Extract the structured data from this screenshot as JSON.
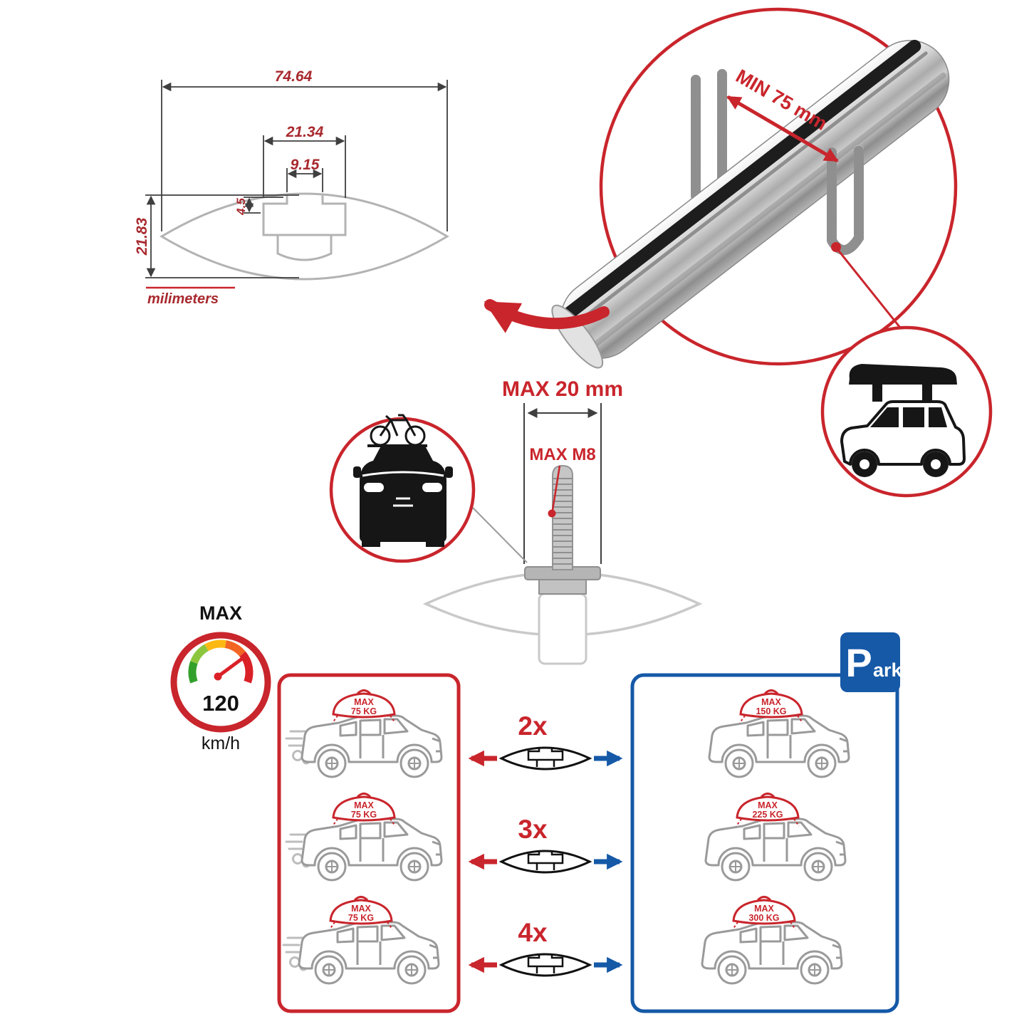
{
  "colors": {
    "accent_red": "#c9252c",
    "accent_blue": "#1559a7",
    "dim_text_red": "#a8292e",
    "profile_gray": "#b3b3b3",
    "line_dark": "#3f3f3f"
  },
  "dimension_diagram": {
    "width_total": "74.64",
    "channel_width": "21.34",
    "slot_width": "9.15",
    "lip_depth": "4.5",
    "profile_height": "21.83",
    "units_label": "milimeters"
  },
  "crossbar_detail": {
    "clearance_label": "MIN 75 mm"
  },
  "bolt_diagram": {
    "plate_width_label": "MAX 20 mm",
    "thread_label": "MAX M8"
  },
  "speedometer": {
    "title": "MAX",
    "value": "120",
    "unit": "km/h"
  },
  "load_comparison": {
    "bar_counts": [
      "2x",
      "3x",
      "4x"
    ],
    "driving_cars": [
      {
        "tag": "MAX",
        "weight": "75 KG"
      },
      {
        "tag": "MAX",
        "weight": "75 KG"
      },
      {
        "tag": "MAX",
        "weight": "75 KG"
      }
    ],
    "parked_cars": [
      {
        "tag": "MAX",
        "weight": "150 KG"
      },
      {
        "tag": "MAX",
        "weight": "225 KG"
      },
      {
        "tag": "MAX",
        "weight": "300 KG"
      }
    ],
    "park_sign": {
      "p": "P",
      "rest": "ark"
    }
  }
}
